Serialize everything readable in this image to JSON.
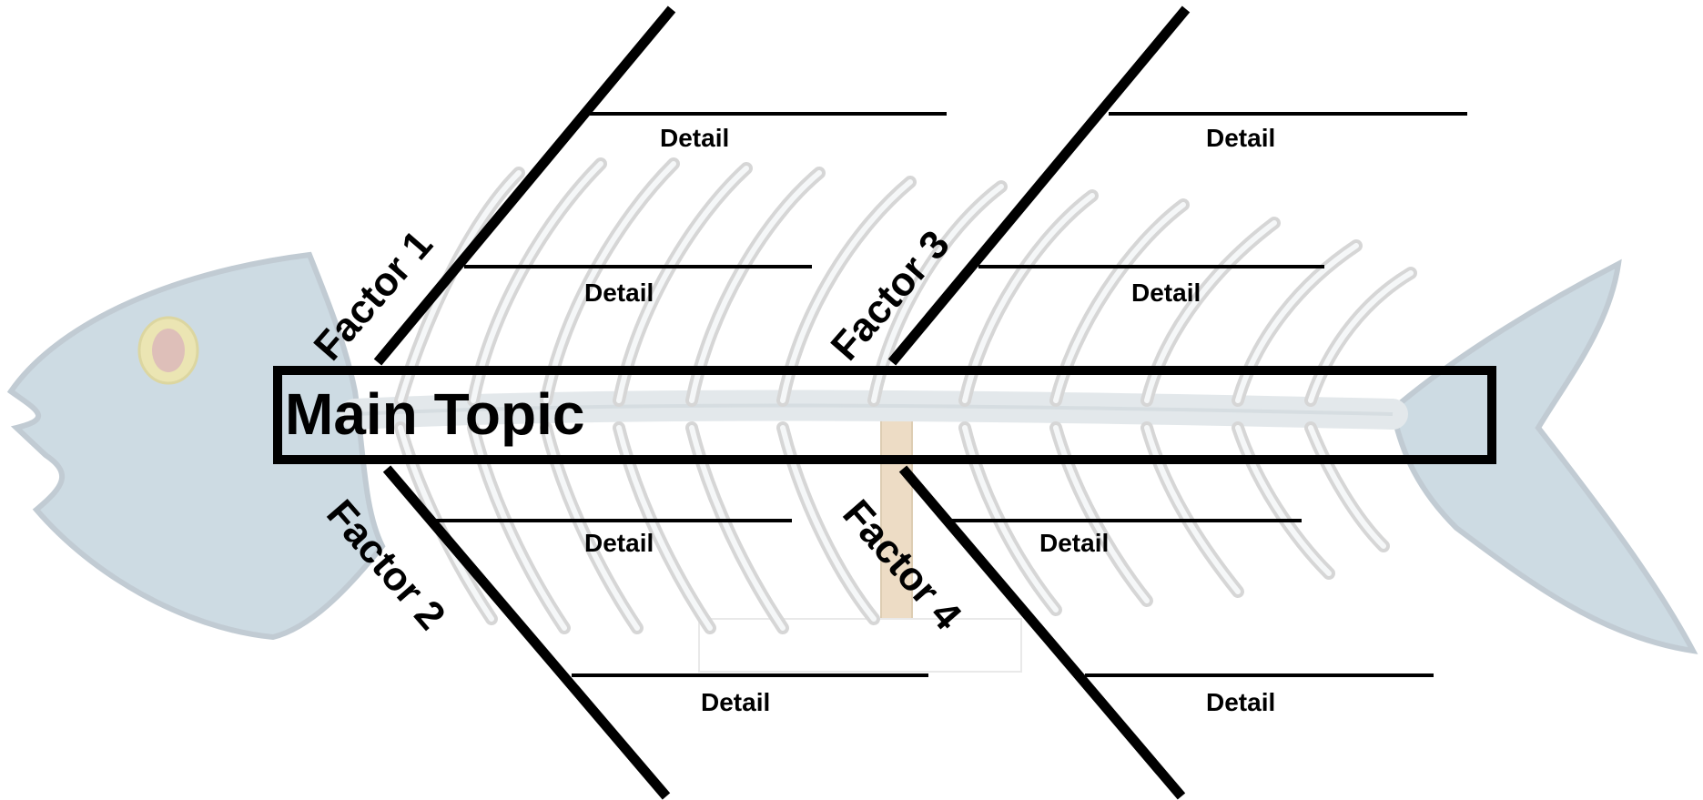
{
  "main_topic": "Main Topic",
  "factors": [
    {
      "label": "Factor 1",
      "details": [
        "Detail",
        "Detail"
      ]
    },
    {
      "label": "Factor 2",
      "details": [
        "Detail",
        "Detail"
      ]
    },
    {
      "label": "Factor 3",
      "details": [
        "Detail",
        "Detail"
      ]
    },
    {
      "label": "Factor 4",
      "details": [
        "Detail",
        "Detail"
      ]
    }
  ],
  "colors": {
    "fish_body": "#c5d5df",
    "fish_bones": "#dfe5e8",
    "fish_outline": "#c8c8c8",
    "eye": "#d9b5ad",
    "eye_ring": "#e8e1a6",
    "stick": "#ead7bb",
    "lines": "#000000"
  }
}
